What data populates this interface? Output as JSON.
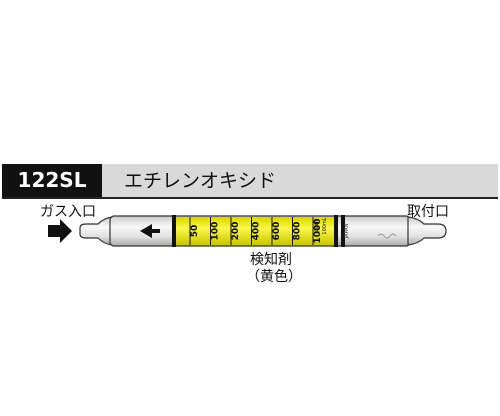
{
  "header": {
    "model": "122SL",
    "product_name": "エチレンオキシド"
  },
  "labels": {
    "gas_inlet": "ガス入口",
    "gas_outlet": "取付口",
    "reagent": "検知剤",
    "reagent_color": "（黄色）"
  },
  "tube": {
    "scale_marks": [
      "50",
      "100",
      "200",
      "400",
      "600",
      "800",
      "1000"
    ],
    "unit": "ppm",
    "unit_sub": "100mL",
    "origin_mark": "JAPAN",
    "reagent_color_hex": "#f5f020",
    "glass_color_hex": "#e8e8e8"
  }
}
